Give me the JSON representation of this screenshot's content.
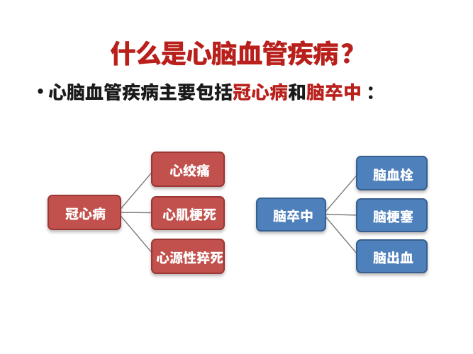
{
  "slide": {
    "title": "什么是心脑血管疾病？",
    "bullet": {
      "marker": "·",
      "segments": [
        {
          "text": "心脑血管疾病主要包括",
          "color": "#1a1a1a"
        },
        {
          "text": "冠心病",
          "color": "#b9201b"
        },
        {
          "text": "和",
          "color": "#1a1a1a"
        },
        {
          "text": "脑卒中",
          "color": "#b9201b"
        },
        {
          "text": "：",
          "color": "#1a1a1a"
        }
      ]
    },
    "trees": [
      {
        "root": {
          "label": "冠心病"
        },
        "children": [
          {
            "label": "心绞痛"
          },
          {
            "label": "心肌梗死"
          },
          {
            "label": "心源性猝死"
          }
        ],
        "fill": "#c2504c",
        "edge": "#9a3835",
        "text_color": "#ffffff"
      },
      {
        "root": {
          "label": "脑卒中"
        },
        "children": [
          {
            "label": "脑血栓"
          },
          {
            "label": "脑梗塞"
          },
          {
            "label": "脑出血"
          }
        ],
        "fill": "#4e80bb",
        "edge": "#366090",
        "text_color": "#ffffff"
      }
    ],
    "colors": {
      "title_red": "#b9201b",
      "body_black": "#1a1a1a",
      "connector_gray": "#7d7d7d",
      "background": "#ffffff"
    }
  }
}
